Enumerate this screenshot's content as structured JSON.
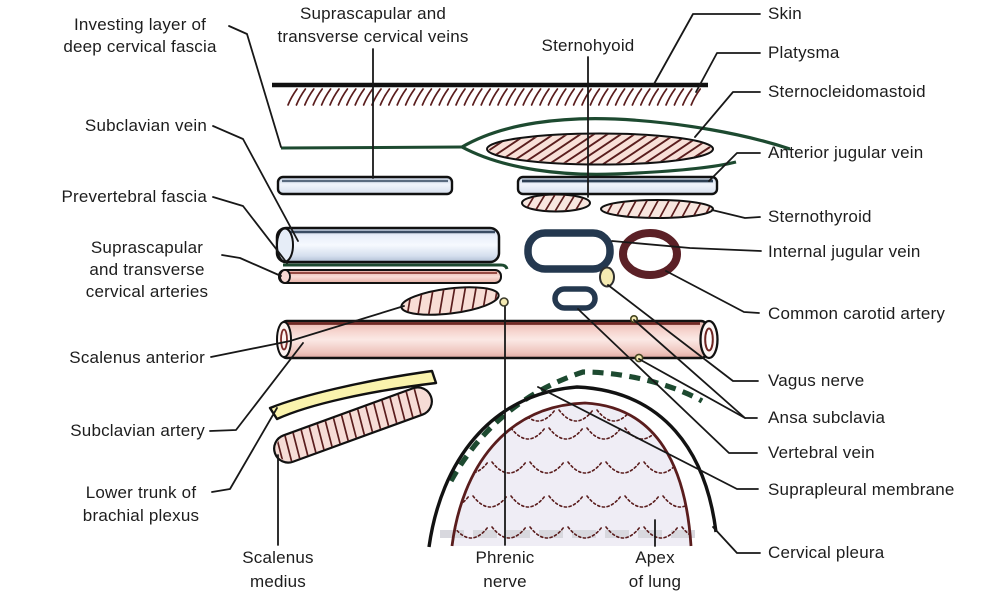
{
  "labels": {
    "investing_fascia": {
      "line1": "Investing layer of",
      "line2": "deep cervical fascia"
    },
    "suprascapular_veins": {
      "line1": "Suprascapular and",
      "line2": "transverse cervical veins"
    },
    "sternohyoid": {
      "text": "Sternohyoid"
    },
    "skin": {
      "text": "Skin"
    },
    "platysma": {
      "text": "Platysma"
    },
    "sternocleidomastoid": {
      "text": "Sternocleidomastoid"
    },
    "anterior_jugular_vein": {
      "text": "Anterior jugular vein"
    },
    "sternothyroid": {
      "text": "Sternothyroid"
    },
    "internal_jugular_vein": {
      "text": "Internal jugular vein"
    },
    "common_carotid_artery": {
      "text": "Common carotid artery"
    },
    "subclavian_vein": {
      "text": "Subclavian vein"
    },
    "prevertebral_fascia": {
      "text": "Prevertebral fascia"
    },
    "suprascapular_arteries": {
      "line1": "Suprascapular",
      "line2": "and transverse",
      "line3": "cervical arteries"
    },
    "scalenus_anterior": {
      "text": "Scalenus anterior"
    },
    "subclavian_artery": {
      "text": "Subclavian artery"
    },
    "lower_trunk": {
      "line1": "Lower trunk of",
      "line2": "brachial plexus"
    },
    "vagus_nerve": {
      "text": "Vagus nerve"
    },
    "ansa_subclavia": {
      "text": "Ansa subclavia"
    },
    "vertebral_vein": {
      "text": "Vertebral vein"
    },
    "suprapleural_membrane": {
      "text": "Suprapleural membrane"
    },
    "cervical_pleura": {
      "text": "Cervical pleura"
    },
    "scalenus_medius": {
      "line1": "Scalenus",
      "line2": "medius"
    },
    "phrenic_nerve": {
      "line1": "Phrenic",
      "line2": "nerve"
    },
    "apex_of_lung": {
      "line1": "Apex",
      "line2": "of lung"
    }
  },
  "colors": {
    "skin_line": "#111111",
    "fascia_green": "#1d4a30",
    "vein_navy": "#24384f",
    "artery_maroon": "#5b2026",
    "muscle_hatch_maroon": "#5a1d1d",
    "muscle_pink_fill": "#f8e0d8",
    "nerve_yellow": "#f4eab2",
    "plexus_yellow": "#faf3ad",
    "lung_fill": "#efedf5",
    "lung_outline": "#5a1d1d",
    "pleura_black": "#121212",
    "label_text": "#1d1d1d",
    "background": "#ffffff"
  }
}
